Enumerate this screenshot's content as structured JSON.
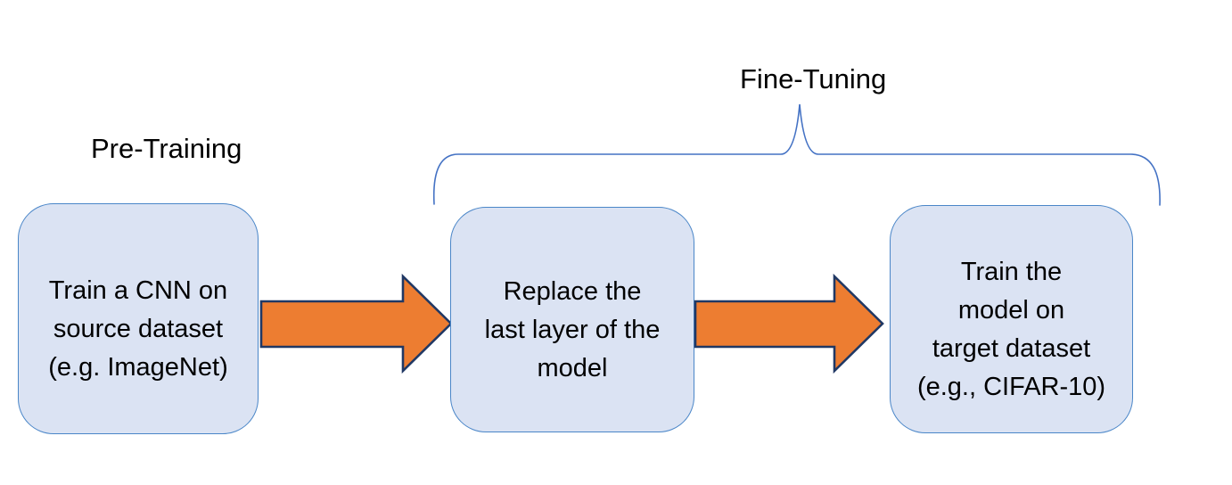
{
  "labels": {
    "pre_training": "Pre-Training",
    "fine_tuning": "Fine-Tuning"
  },
  "boxes": [
    {
      "text": "Train a CNN on\nsource dataset\n(e.g. ImageNet)"
    },
    {
      "text": "Replace the\nlast layer of the\nmodel"
    },
    {
      "text": "Train the\nmodel on\ntarget dataset\n(e.g., CIFAR-10)"
    }
  ],
  "icons": {
    "flow_arrow": "arrow-right-icon",
    "fine_tuning_bracket": "curly-brace-icon"
  },
  "colors": {
    "background": "#ffffff",
    "box_fill": "#dbe3f3",
    "box_border": "#4a86c8",
    "arrow_fill": "#ed7d31",
    "arrow_border": "#203864",
    "brace_color": "#4472c4",
    "text_color": "#000000"
  }
}
